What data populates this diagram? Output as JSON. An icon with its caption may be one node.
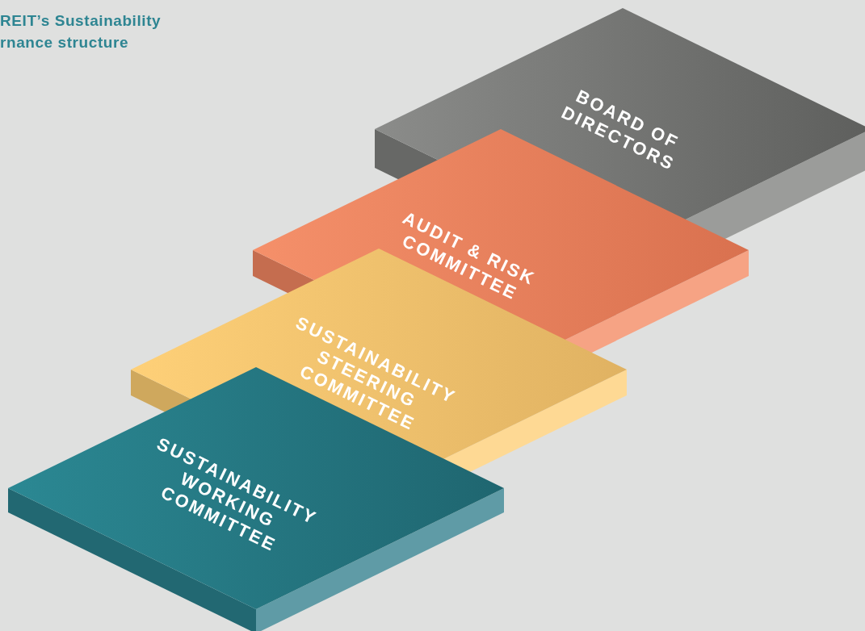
{
  "diagram": {
    "title": "REIT’s Sustainability rnance structure",
    "nodes": [
      {
        "text": [
          "BOARD OF DIRECTORS"
        ]
      },
      {
        "text": [
          "AUDIT & RISK COMMITTEE"
        ]
      },
      {
        "text": [
          "SUSTAINABILITY STEERING COMMITTEE"
        ]
      },
      {
        "text": [
          "SUSTAINABILITY WORKING COMMITTEE"
        ]
      }
    ]
  }
}
